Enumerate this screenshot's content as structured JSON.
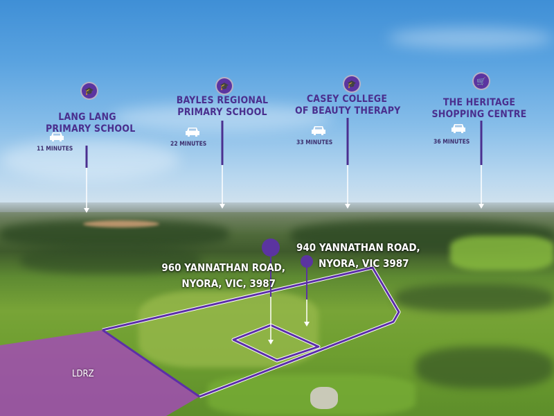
{
  "colors": {
    "brand_purple": "#5b34a0",
    "title_purple": "#4a2f8e",
    "zone_fill": "#a349b8",
    "boundary": "#5c2fa8"
  },
  "points_of_interest": [
    {
      "name_line1": "LANG LANG",
      "name_line2": "PRIMARY SCHOOL",
      "icon": "graduation-cap-icon",
      "drive_time": "11 MINUTES"
    },
    {
      "name_line1": "BAYLES REGIONAL",
      "name_line2": "PRIMARY SCHOOL",
      "icon": "graduation-cap-icon",
      "drive_time": "22 MINUTES"
    },
    {
      "name_line1": "CASEY COLLEGE",
      "name_line2": "OF BEAUTY THERAPY",
      "icon": "graduation-cap-icon",
      "drive_time": "33 MINUTES"
    },
    {
      "name_line1": "THE HERITAGE",
      "name_line2": "SHOPPING CENTRE",
      "icon": "shopping-cart-icon",
      "drive_time": "36 MINUTES"
    }
  ],
  "properties": [
    {
      "line1": "960 YANNATHAN ROAD,",
      "line2": "NYORA, VIC, 3987"
    },
    {
      "line1": "940 YANNATHAN ROAD,",
      "line2": "NYORA, VIC 3987"
    }
  ],
  "zones": [
    {
      "label": "LDRZ"
    }
  ]
}
